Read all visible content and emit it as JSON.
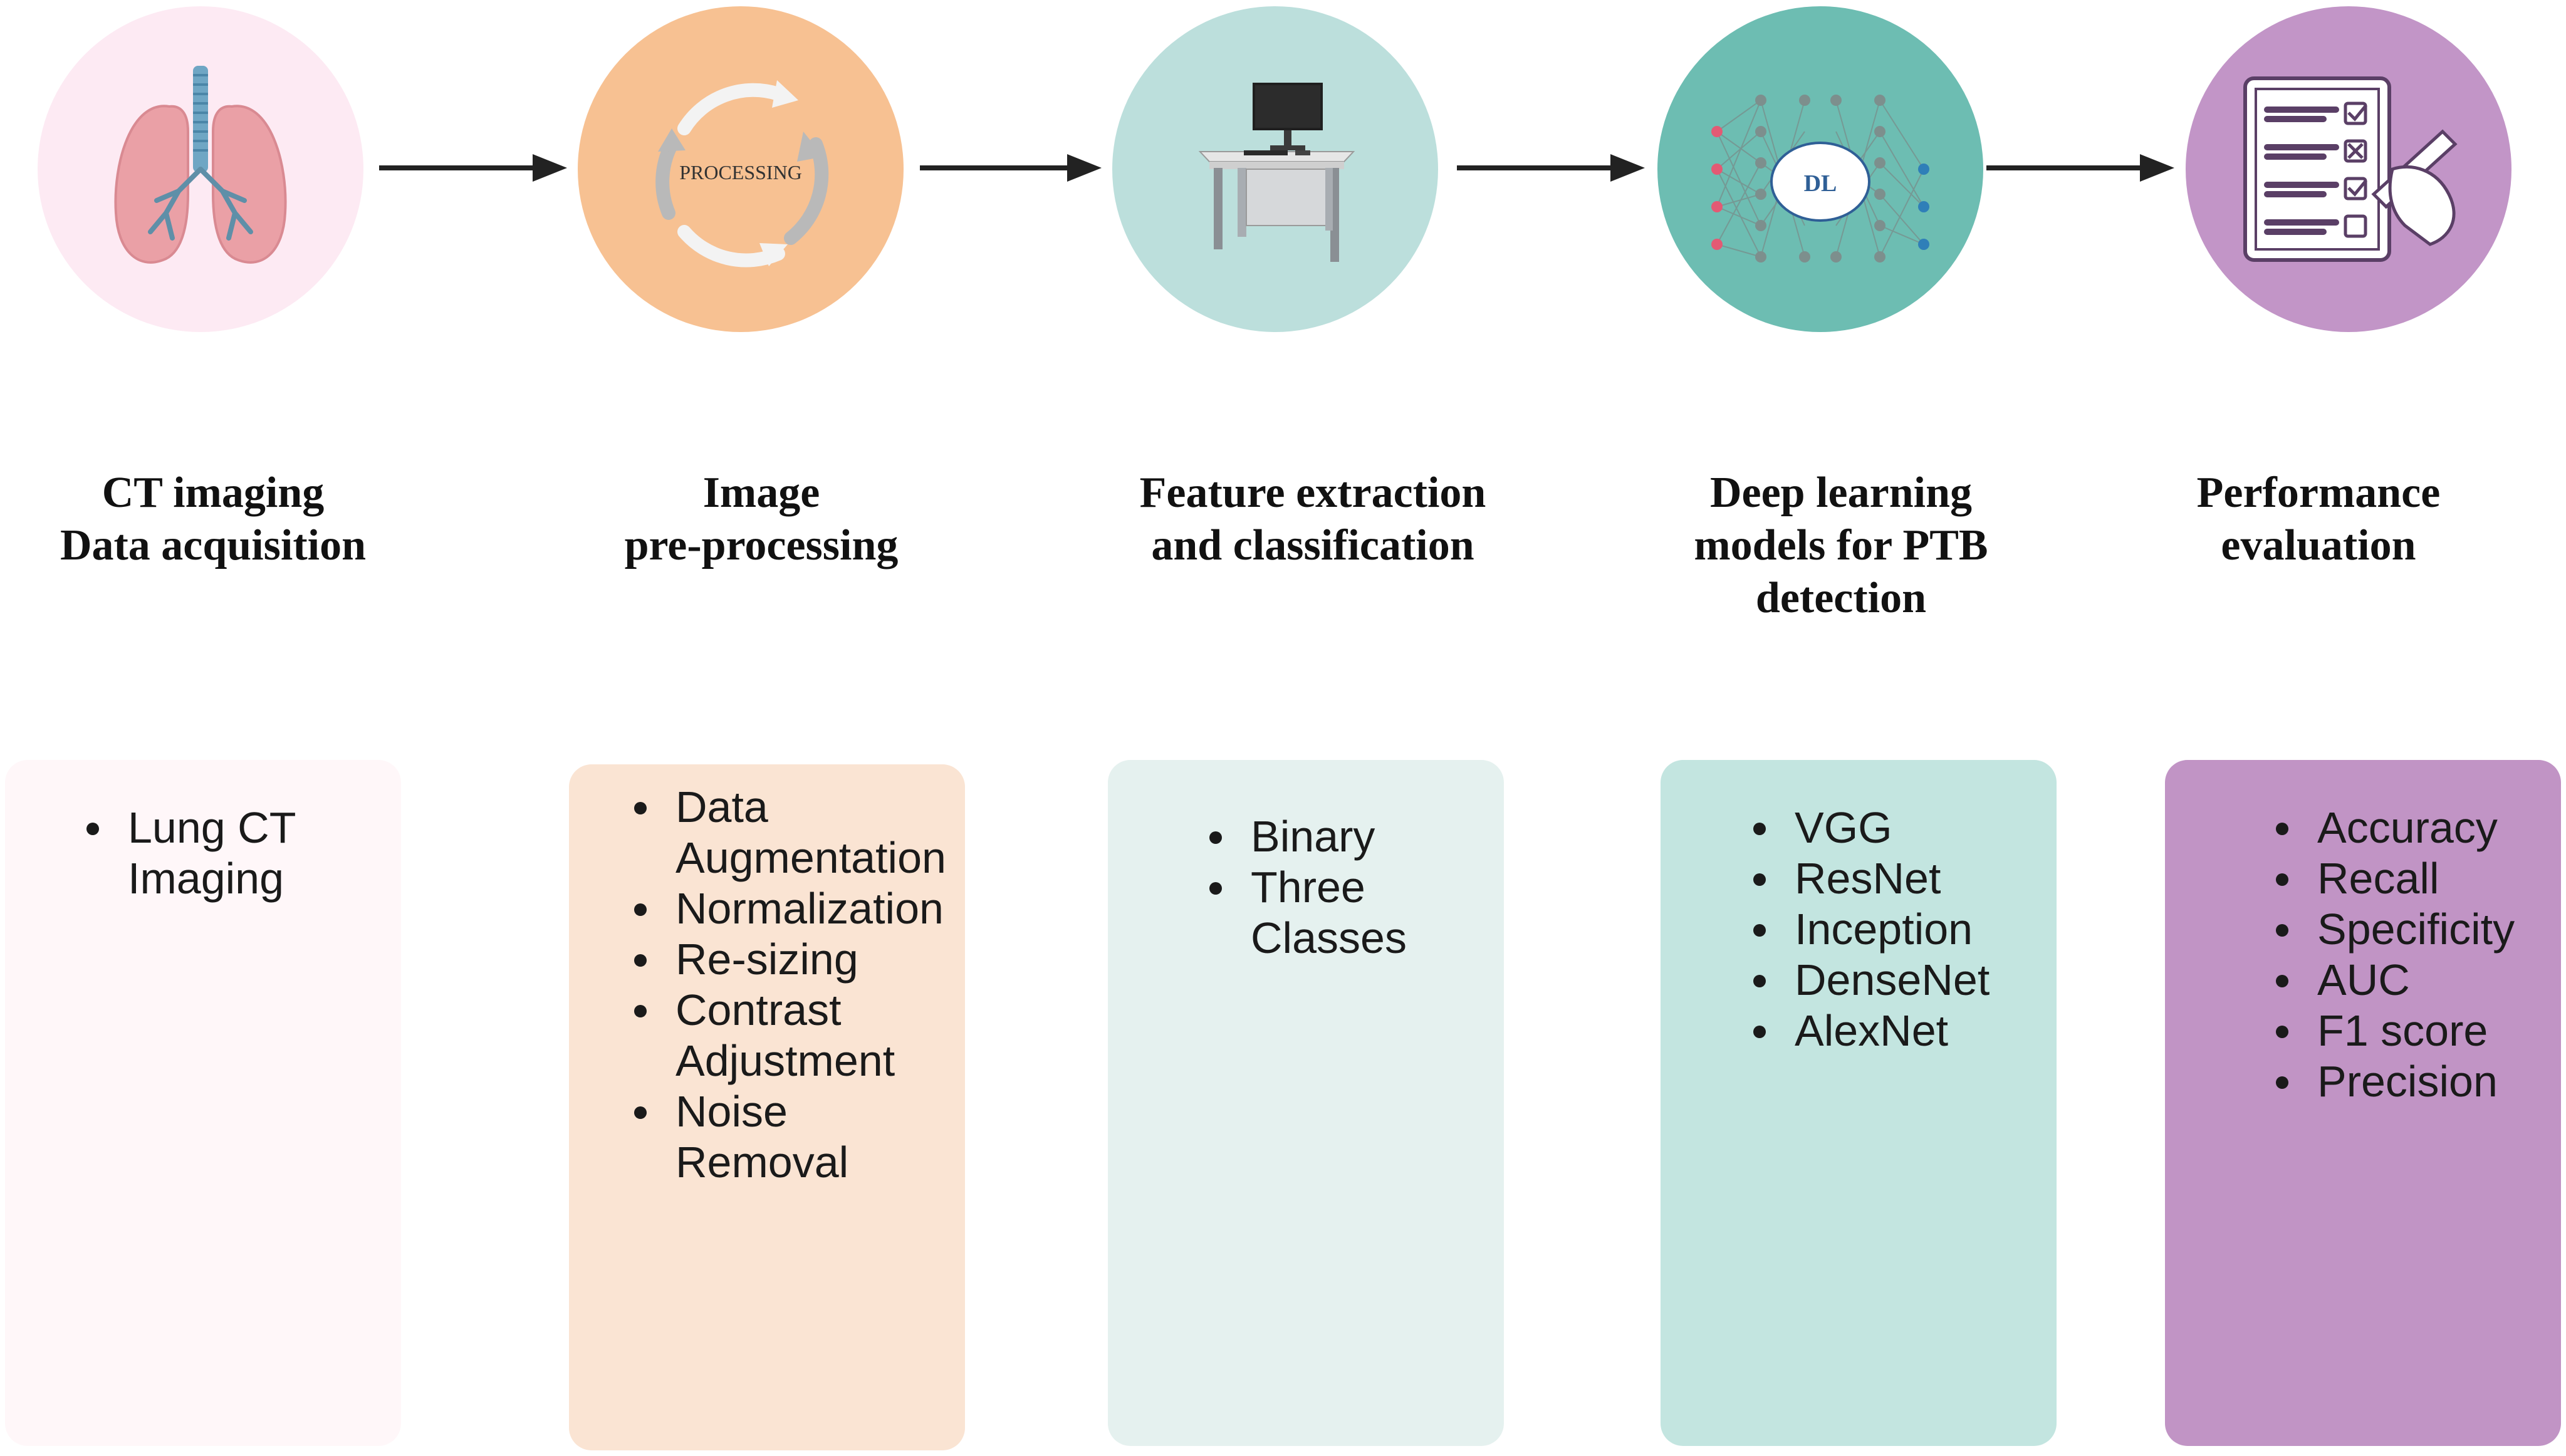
{
  "steps": [
    {
      "title_lines": [
        "CT imaging",
        "Data acquisition"
      ],
      "items": [
        [
          "Lung CT",
          "Imaging"
        ]
      ],
      "icon": "lungs-icon",
      "circle_color": "#fdeaf3",
      "card_color": "#fff7f9"
    },
    {
      "title_lines": [
        "Image",
        "pre-processing"
      ],
      "items": [
        [
          "Data",
          "Augmentation"
        ],
        [
          "Normalization"
        ],
        [
          "Re-sizing"
        ],
        [
          "Contrast",
          "Adjustment"
        ],
        [
          "Noise",
          "Removal"
        ]
      ],
      "icon": "processing-cycle-icon",
      "icon_label": "PROCESSING",
      "circle_color": "#f7c192",
      "card_color": "#fae4d3"
    },
    {
      "title_lines": [
        "Feature extraction",
        "and classification"
      ],
      "items": [
        [
          "Binary"
        ],
        [
          "Three",
          "Classes"
        ]
      ],
      "icon": "computer-desk-icon",
      "circle_color": "#bcdfdc",
      "card_color": "#e5f1ef"
    },
    {
      "title_lines": [
        "Deep learning",
        "models for PTB",
        "detection"
      ],
      "items": [
        [
          "VGG"
        ],
        [
          "ResNet"
        ],
        [
          "Inception"
        ],
        [
          "DenseNet"
        ],
        [
          "AlexNet"
        ]
      ],
      "icon": "neural-network-icon",
      "icon_label": "DL",
      "circle_color": "#6dbdb2",
      "card_color": "#c3e5e0"
    },
    {
      "title_lines": [
        "Performance",
        "evaluation"
      ],
      "items": [
        [
          "Accuracy"
        ],
        [
          "Recall"
        ],
        [
          "Specificity"
        ],
        [
          "AUC"
        ],
        [
          "F1 score"
        ],
        [
          "Precision"
        ]
      ],
      "icon": "checklist-icon",
      "circle_color": "#c295c7",
      "card_color": "#c194c5"
    }
  ],
  "arrow_color": "#222222"
}
